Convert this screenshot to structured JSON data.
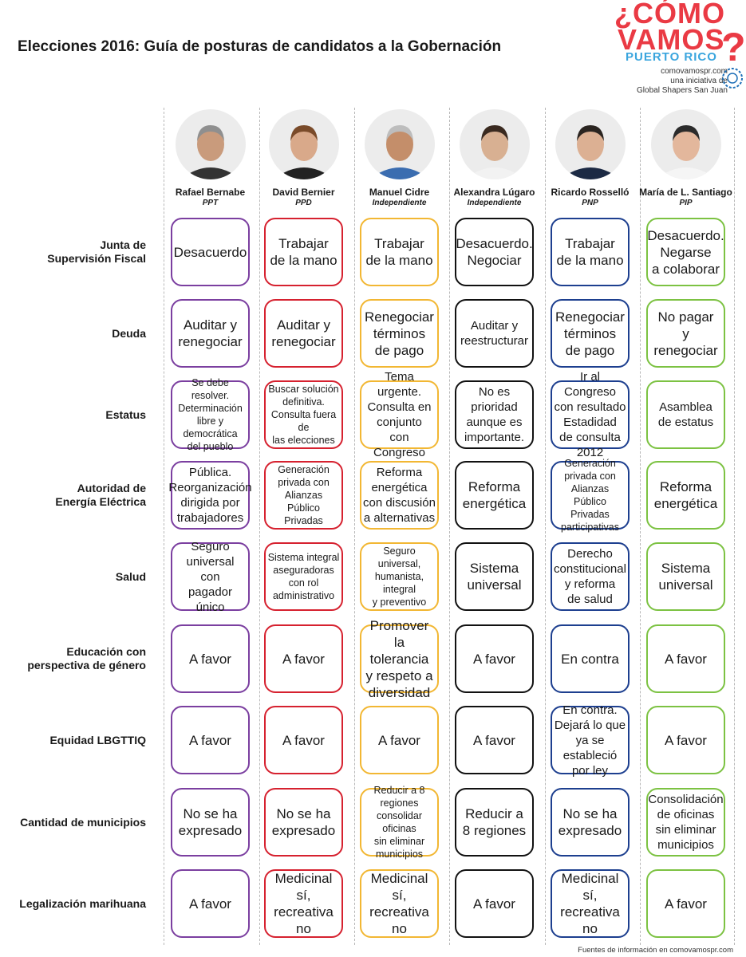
{
  "title": "Elecciones 2016: Guía de posturas de candidatos a la Gobernación",
  "logo": {
    "line1": "¿CÓMO",
    "line2": "VAMOS",
    "qmark": "?",
    "region": "PUERTO RICO",
    "url": "comovamospr.com",
    "tag1": "una iniciativa de",
    "tag2": "Global Shapers San Juan"
  },
  "colors": {
    "ppt": "#7b3fa0",
    "ppd": "#d6212f",
    "ind_cidre": "#f2b733",
    "ind_lugaro": "#111111",
    "pnp": "#1d3f8f",
    "pip": "#7cc242",
    "brand_red": "#ea3a44",
    "brand_blue": "#3aa5de"
  },
  "candidates": [
    {
      "name": "Rafael Bernabe",
      "party": "PPT",
      "color": "#7b3fa0"
    },
    {
      "name": "David Bernier",
      "party": "PPD",
      "color": "#d6212f"
    },
    {
      "name": "Manuel Cidre",
      "party": "Independiente",
      "color": "#f2b733"
    },
    {
      "name": "Alexandra Lúgaro",
      "party": "Independiente",
      "color": "#111111"
    },
    {
      "name": "Ricardo Rosselló",
      "party": "PNP",
      "color": "#1d3f8f"
    },
    {
      "name": "María de L. Santiago",
      "party": "PIP",
      "color": "#7cc242"
    }
  ],
  "topics": [
    {
      "label_lines": [
        "Junta de",
        "Supervisión Fiscal"
      ],
      "answers": [
        {
          "lines": [
            "Desacuerdo"
          ],
          "size": "l"
        },
        {
          "lines": [
            "Trabajar",
            "de la mano"
          ],
          "size": "l"
        },
        {
          "lines": [
            "Trabajar",
            "de la mano"
          ],
          "size": "l"
        },
        {
          "lines": [
            "Desacuerdo.",
            "Negociar"
          ],
          "size": "l"
        },
        {
          "lines": [
            "Trabajar",
            "de la mano"
          ],
          "size": "l"
        },
        {
          "lines": [
            "Desacuerdo.",
            "Negarse",
            "a colaborar"
          ],
          "size": "l"
        }
      ]
    },
    {
      "label_lines": [
        "Deuda"
      ],
      "answers": [
        {
          "lines": [
            "Auditar y",
            "renegociar"
          ],
          "size": "l"
        },
        {
          "lines": [
            "Auditar y",
            "renegociar"
          ],
          "size": "l"
        },
        {
          "lines": [
            "Renegociar",
            "términos",
            "de pago"
          ],
          "size": "l"
        },
        {
          "lines": [
            "Auditar y",
            "reestructurar"
          ],
          "size": "m"
        },
        {
          "lines": [
            "Renegociar",
            "términos",
            "de pago"
          ],
          "size": "l"
        },
        {
          "lines": [
            "No pagar",
            "y renegociar"
          ],
          "size": "l"
        }
      ]
    },
    {
      "label_lines": [
        "Estatus"
      ],
      "answers": [
        {
          "lines": [
            "Se debe resolver.",
            "Determinación",
            "libre y democrática",
            "del pueblo"
          ],
          "size": "s"
        },
        {
          "lines": [
            "Buscar solución",
            "definitiva.",
            "Consulta fuera de",
            "las elecciones"
          ],
          "size": "s"
        },
        {
          "lines": [
            "Tema urgente.",
            "Consulta en",
            "conjunto",
            "con Congreso"
          ],
          "size": "m"
        },
        {
          "lines": [
            "No es",
            "prioridad",
            "aunque es",
            "importante."
          ],
          "size": "m"
        },
        {
          "lines": [
            "Ir al Congreso",
            "con resultado",
            "Estadidad",
            "de consulta",
            "2012"
          ],
          "size": "m"
        },
        {
          "lines": [
            "Asamblea",
            "de estatus"
          ],
          "size": "m"
        }
      ]
    },
    {
      "label_lines": [
        "Autoridad de",
        "Energía Eléctrica"
      ],
      "answers": [
        {
          "lines": [
            "Pública.",
            "Reorganización",
            "dirigida por",
            "trabajadores"
          ],
          "size": "m"
        },
        {
          "lines": [
            "Generación",
            "privada con",
            "Alianzas Público",
            "Privadas"
          ],
          "size": "s"
        },
        {
          "lines": [
            "Reforma",
            "energética",
            "con discusión",
            "a alternativas"
          ],
          "size": "m"
        },
        {
          "lines": [
            "Reforma",
            "energética"
          ],
          "size": "l"
        },
        {
          "lines": [
            "Generación",
            "privada con",
            "Alianzas Público",
            "Privadas",
            "participativas"
          ],
          "size": "s"
        },
        {
          "lines": [
            "Reforma",
            "energética"
          ],
          "size": "l"
        }
      ]
    },
    {
      "label_lines": [
        "Salud"
      ],
      "answers": [
        {
          "lines": [
            "Seguro",
            "universal",
            "con",
            "pagador único"
          ],
          "size": "m"
        },
        {
          "lines": [
            "Sistema integral",
            "aseguradoras",
            "con rol",
            "administrativo"
          ],
          "size": "s"
        },
        {
          "lines": [
            "Seguro",
            "universal,",
            "humanista,",
            "integral",
            "y preventivo"
          ],
          "size": "s"
        },
        {
          "lines": [
            "Sistema",
            "universal"
          ],
          "size": "l"
        },
        {
          "lines": [
            "Derecho",
            "constitucional",
            "y reforma",
            "de salud"
          ],
          "size": "m"
        },
        {
          "lines": [
            "Sistema",
            "universal"
          ],
          "size": "l"
        }
      ]
    },
    {
      "label_lines": [
        "Educación con",
        "perspectiva de género"
      ],
      "answers": [
        {
          "lines": [
            "A favor"
          ],
          "size": "l"
        },
        {
          "lines": [
            "A favor"
          ],
          "size": "l"
        },
        {
          "lines": [
            "Promover",
            "la tolerancia",
            "y respeto a",
            "diversidad"
          ],
          "size": "l"
        },
        {
          "lines": [
            "A favor"
          ],
          "size": "l"
        },
        {
          "lines": [
            "En contra"
          ],
          "size": "l"
        },
        {
          "lines": [
            "A favor"
          ],
          "size": "l"
        }
      ]
    },
    {
      "label_lines": [
        "Equidad LBGTTIQ"
      ],
      "answers": [
        {
          "lines": [
            "A favor"
          ],
          "size": "l"
        },
        {
          "lines": [
            "A favor"
          ],
          "size": "l"
        },
        {
          "lines": [
            "A favor"
          ],
          "size": "l"
        },
        {
          "lines": [
            "A favor"
          ],
          "size": "l"
        },
        {
          "lines": [
            "En contra.",
            "Dejará lo que",
            "ya se",
            "estableció",
            "por ley"
          ],
          "size": "m"
        },
        {
          "lines": [
            "A favor"
          ],
          "size": "l"
        }
      ]
    },
    {
      "label_lines": [
        "Cantidad de municipios"
      ],
      "answers": [
        {
          "lines": [
            "No se ha",
            "expresado"
          ],
          "size": "l"
        },
        {
          "lines": [
            "No se ha",
            "expresado"
          ],
          "size": "l"
        },
        {
          "lines": [
            "Reducir a 8",
            "regiones",
            "consolidar oficinas",
            "sin eliminar",
            "municipios"
          ],
          "size": "s"
        },
        {
          "lines": [
            "Reducir a",
            "8 regiones"
          ],
          "size": "l"
        },
        {
          "lines": [
            "No se ha",
            "expresado"
          ],
          "size": "l"
        },
        {
          "lines": [
            "Consolidación",
            "de oficinas",
            "sin eliminar",
            "municipios"
          ],
          "size": "m"
        }
      ]
    },
    {
      "label_lines": [
        "Legalización marihuana"
      ],
      "answers": [
        {
          "lines": [
            "A favor"
          ],
          "size": "l"
        },
        {
          "lines": [
            "Medicinal sí,",
            "recreativa no"
          ],
          "size": "l"
        },
        {
          "lines": [
            "Medicinal sí,",
            "recreativa no"
          ],
          "size": "l"
        },
        {
          "lines": [
            "A favor"
          ],
          "size": "l"
        },
        {
          "lines": [
            "Medicinal sí,",
            "recreativa no"
          ],
          "size": "l"
        },
        {
          "lines": [
            "A favor"
          ],
          "size": "l"
        }
      ]
    }
  ],
  "footer": "Fuentes de información en comovamospr.com"
}
